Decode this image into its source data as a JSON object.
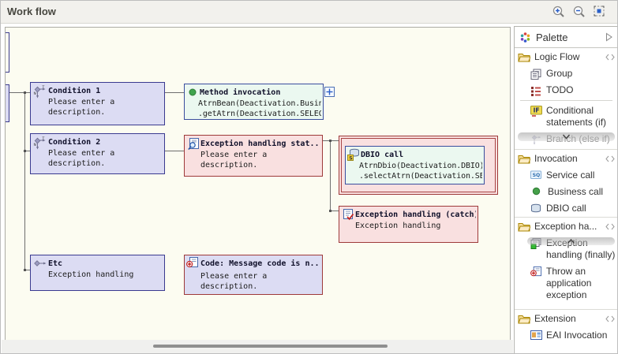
{
  "window": {
    "title": "Work flow"
  },
  "toolbar": {
    "icons": [
      "zoom-in-icon",
      "zoom-out-icon",
      "fit-page-icon"
    ]
  },
  "canvas": {
    "nodes": [
      {
        "id": "condition-1",
        "type": "condition",
        "title": "Condition 1",
        "lines": [
          "Please enter a",
          "description."
        ]
      },
      {
        "id": "method-invocation",
        "type": "method-invocation",
        "title": "Method invocation",
        "lines": [
          "AtrnBean(Deactivation.Busin",
          ".getAtrn(Deactivation.SELEC"
        ]
      },
      {
        "id": "condition-2",
        "type": "condition",
        "title": "Condition 2",
        "lines": [
          "Please enter a",
          "description."
        ]
      },
      {
        "id": "exception-statement",
        "type": "exception-handling-statement",
        "title": "Exception handling stat...",
        "lines": [
          "Please enter a",
          "description."
        ]
      },
      {
        "id": "dbio-call",
        "type": "dbio-call",
        "title": "DBIO call",
        "lines": [
          "AtrnDbio(Deactivation.DBIO)",
          ".selectAtrn(Deactivation.SE"
        ]
      },
      {
        "id": "exception-catch",
        "type": "exception-catch",
        "title": "Exception handling (catch)",
        "lines": [
          "Exception handling"
        ]
      },
      {
        "id": "etc",
        "type": "branch-etc",
        "title": "Etc",
        "lines": [
          "Exception handling"
        ]
      },
      {
        "id": "code-message",
        "type": "throw-code",
        "title": "Code: Message code is n...",
        "lines": [
          "Please enter a",
          "description."
        ]
      }
    ]
  },
  "palette": {
    "title": "Palette",
    "drawers": [
      {
        "label": "Logic Flow",
        "items": [
          {
            "label": "Group",
            "icon": "group-icon"
          },
          {
            "label": "TODO",
            "icon": "todo-icon"
          },
          {
            "label": "Conditional statements (if)",
            "icon": "if-icon"
          },
          {
            "label": "Branch (else if)",
            "icon": "branch-icon"
          }
        ]
      },
      {
        "label": "Invocation",
        "items": [
          {
            "label": "Service call",
            "icon": "service-call-icon"
          },
          {
            "label": "Business call",
            "icon": "business-call-icon"
          },
          {
            "label": "DBIO call",
            "icon": "dbio-call-icon"
          }
        ]
      },
      {
        "label": "Exception ha...",
        "items": [
          {
            "label": "Exception handling (finally)",
            "icon": "exception-finally-icon"
          },
          {
            "label": "Throw an application exception",
            "icon": "throw-exception-icon"
          }
        ]
      },
      {
        "label": "Extension",
        "items": [
          {
            "label": "EAI Invocation",
            "icon": "eai-invocation-icon"
          }
        ]
      }
    ]
  },
  "badges": {
    "if_label": "IF",
    "service_label": "SQ",
    "dbio_label": "S",
    "condition_true": "T",
    "condition_next": "N"
  },
  "colors": {
    "canvas_bg": "#FCFCF1",
    "condition_fill": "#DCDCF3",
    "condition_border": "#3A3A8F",
    "invocation_fill": "#EBF8F0",
    "invocation_border": "#3A4D9E",
    "exception_fill": "#F9E0E0",
    "exception_border": "#9E3A3A",
    "connector": "#6E6E6E"
  }
}
